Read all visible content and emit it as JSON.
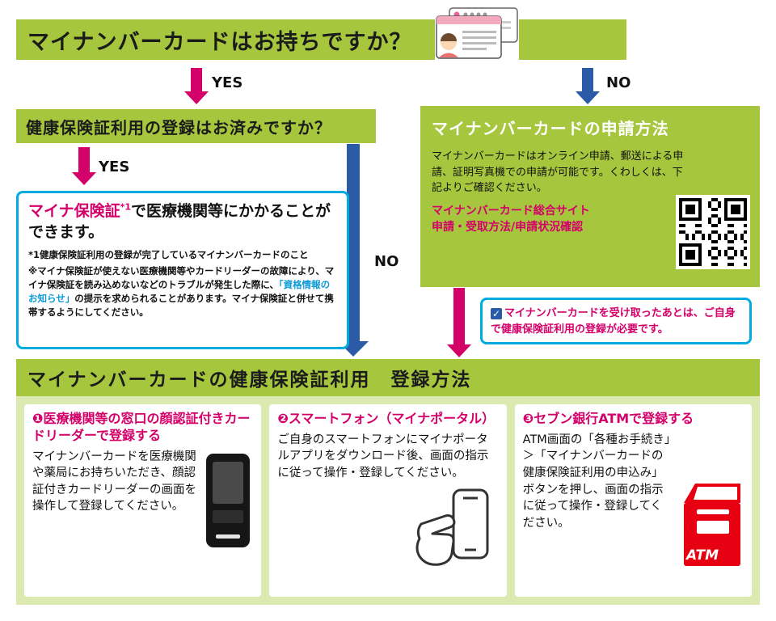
{
  "colors": {
    "banner_green": "#a5c63d",
    "panel_light_green": "#dce9b0",
    "magenta": "#d4006a",
    "blue": "#2b5aa7",
    "cyan_border": "#00abe0",
    "cyan_text": "#0b9ad8",
    "atm_red": "#e60012"
  },
  "labels": {
    "yes": "YES",
    "no": "NO"
  },
  "q1": {
    "title": "マイナンバーカードはお持ちですか？"
  },
  "q2": {
    "title": "健康保険証利用の登録はお済みですか？"
  },
  "result_box": {
    "title_highlight": "マイナ保険証",
    "title_marker": "*1",
    "title_rest": "で医療機関等にかかることができます。",
    "note1": "*1健康保険証利用の登録が完了しているマイナンバーカードのこと",
    "note2_pre": "※マイナ保険証が使えない医療機関等やカードリーダーの故障により、マイナ保険証を読み込めないなどのトラブルが発生した際に、",
    "note2_link": "「資格情報のお知らせ」",
    "note2_post": "の提示を求められることがあります。マイナ保険証と併せて携帯するようにしてください。"
  },
  "apply_box": {
    "title": "マイナンバーカードの申請方法",
    "body": "マイナンバーカードはオンライン申請、郵送による申請、証明写真機での申請が可能です。くわしくは、下記よりご確認ください。",
    "link1": "マイナンバーカード総合サイト",
    "link2": "申請・受取方法/申請状況確認"
  },
  "notice": {
    "text": "マイナンバーカードを受け取ったあとは、ご自身で健康保険証利用の登録が必要です。"
  },
  "register": {
    "title": "マイナンバーカードの健康保険証利用　登録方法",
    "cards": [
      {
        "heading": "❶医療機関等の窓口の顔認証付きカードリーダーで登録する",
        "body": "マイナンバーカードを医療機関や薬局にお持ちいただき、顔認証付きカードリーダーの画面を操作して登録してください。"
      },
      {
        "heading": "❷スマートフォン（マイナポータル）",
        "body": "ご自身のスマートフォンにマイナポータルアプリをダウンロード後、画面の指示に従って操作・登録してください。"
      },
      {
        "heading": "❸セブン銀行ATMで登録する",
        "body": "ATM画面の「各種お手続き」＞「マイナンバーカードの健康保険証利用の申込み」ボタンを押し、画面の指示に従って操作・登録してください。",
        "atm_label": "ATM"
      }
    ]
  }
}
